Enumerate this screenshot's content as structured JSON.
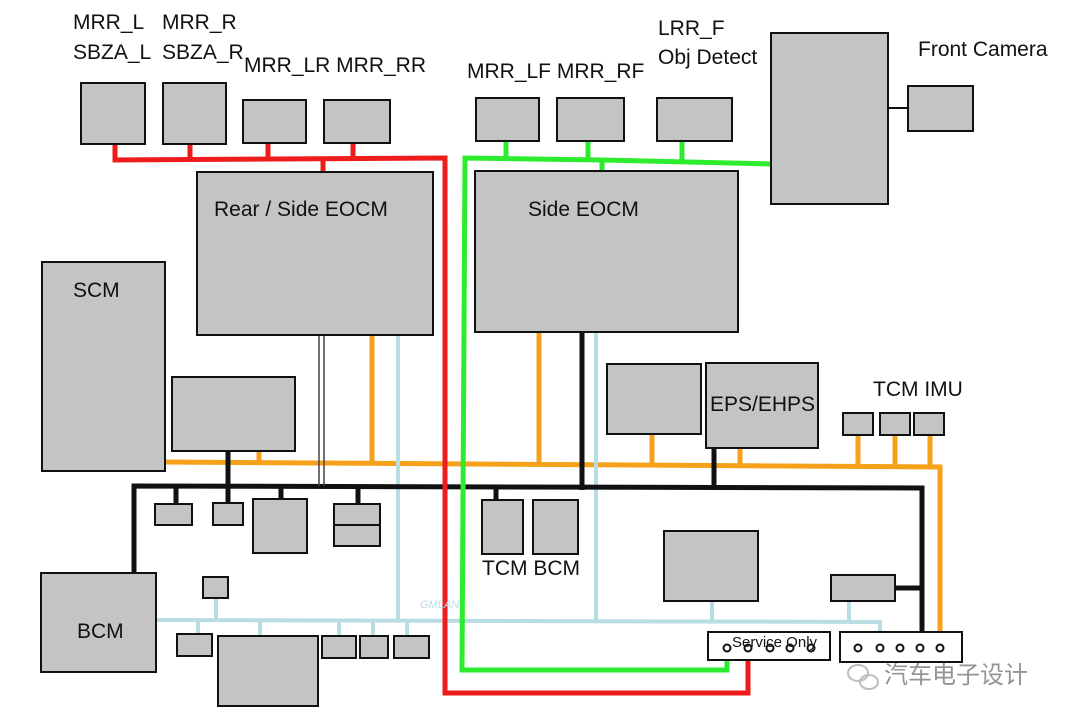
{
  "labels": {
    "mrr_l": "MRR_L",
    "sbza_l": "SBZA_L",
    "mrr_r": "MRR_R",
    "sbza_r": "SBZA_R",
    "mrr_lr_rr": "MRR_LR MRR_RR",
    "mrr_lf_rf": "MRR_LF MRR_RF",
    "lrr_f": "LRR_F",
    "obj_detect": "Obj Detect",
    "front_camera": "Front Camera",
    "rear_side_eocm": "Rear / Side EOCM",
    "side_eocm": "Side EOCM",
    "scm": "SCM",
    "bcm_left": "BCM",
    "eps_ehps": "EPS/EHPS",
    "tcm_imu": "TCM IMU",
    "tcm_bcm": "TCM BCM",
    "service_only": "Service Only",
    "bus_name": "GMLAN",
    "watermark": "汽车电子设计"
  },
  "colors": {
    "block_fill": "#c4c4c4",
    "red_bus": "#ee1c1c",
    "green_bus": "#2dec2d",
    "orange_bus": "#f5a11a",
    "lightblue_bus": "#b8dde2",
    "black_bus": "#111111"
  },
  "icons": {
    "watermark_logo": "wechat-logo-icon"
  }
}
